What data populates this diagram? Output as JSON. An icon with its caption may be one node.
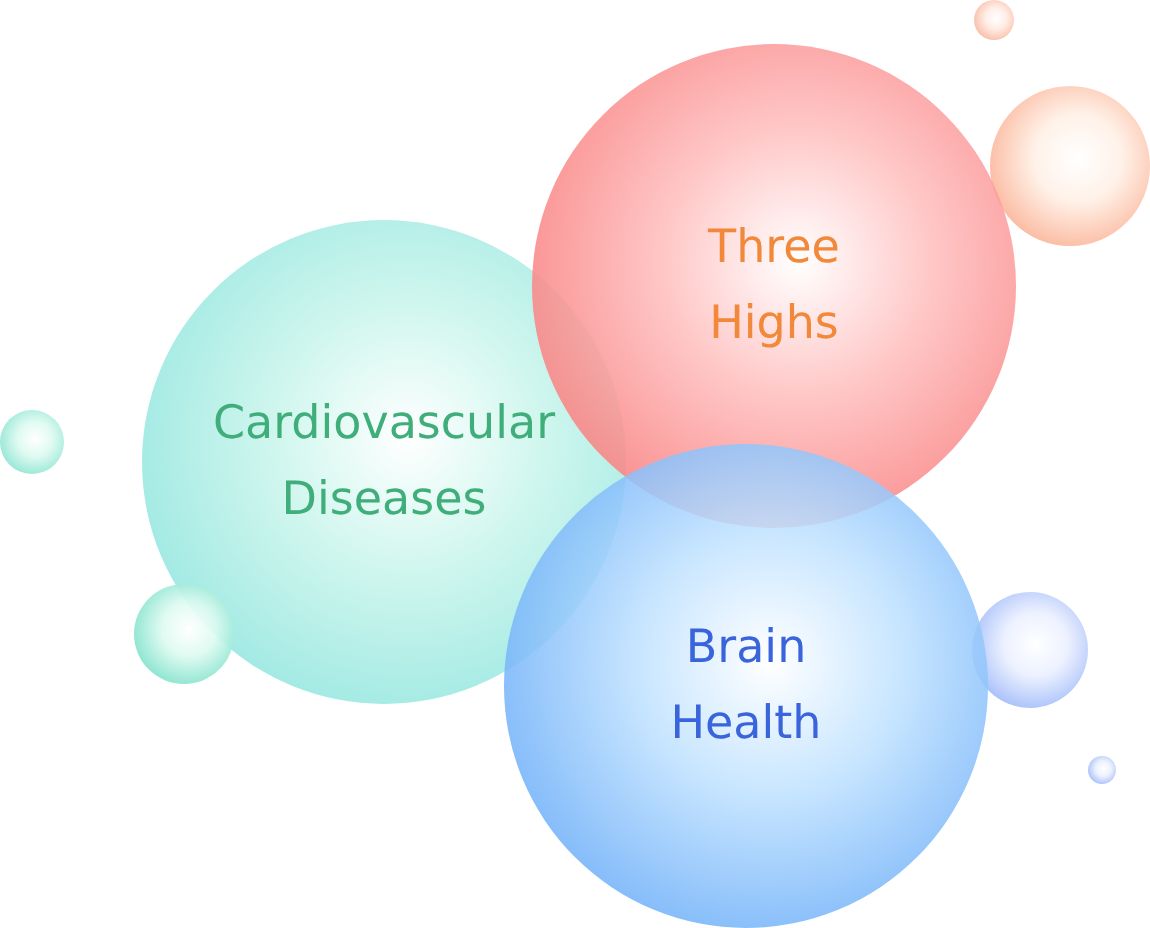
{
  "diagram": {
    "nodes": [
      {
        "text": [
          "Three Highs"
        ]
      },
      {
        "text": [
          "Cardiovascular Diseases"
        ]
      },
      {
        "text": [
          "Brain Health"
        ]
      },
      {
        "text": [],
        "shape": "circle"
      },
      {
        "text": [],
        "shape": "circle"
      },
      {
        "text": [],
        "shape": "circle"
      },
      {
        "text": [],
        "shape": "circle"
      },
      {
        "text": [],
        "shape": "circle"
      },
      {
        "text": [],
        "shape": "circle"
      }
    ]
  }
}
